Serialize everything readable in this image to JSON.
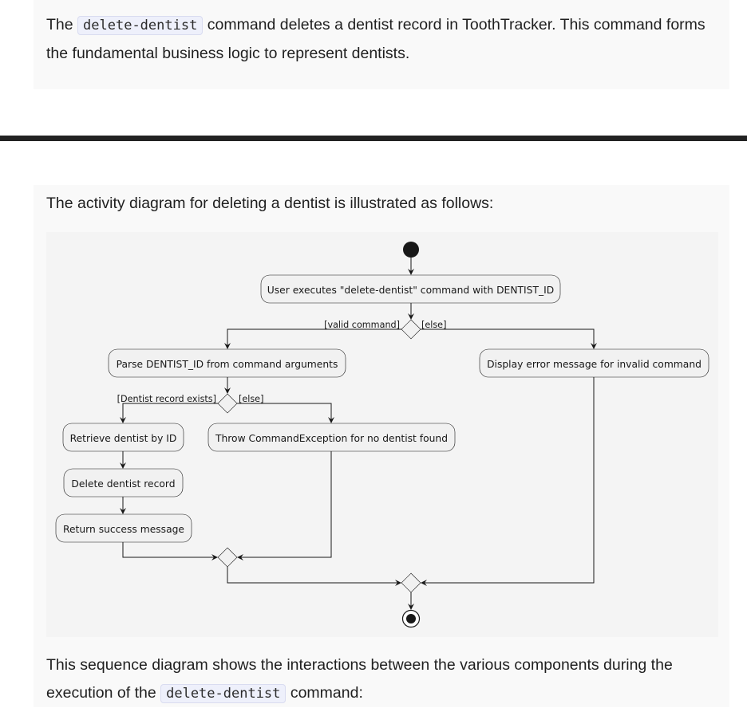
{
  "intro": {
    "before": "The ",
    "code": "delete-dentist",
    "after": " command deletes a dentist record in ToothTracker. This command forms the fundamental business logic to represent dentists."
  },
  "activity": {
    "caption": "The activity diagram for deleting a dentist is illustrated as follows:",
    "nodes": {
      "user_executes": "User executes \"delete-dentist\" command with DENTIST_ID",
      "parse_id": "Parse DENTIST_ID from command arguments",
      "display_error": "Display error message for invalid command",
      "retrieve": "Retrieve dentist by ID",
      "throw_exception": "Throw CommandException for no dentist found",
      "delete_record": "Delete dentist record",
      "return_success": "Return success message"
    },
    "guards": {
      "valid_command": "[valid command]",
      "else_1": "[else]",
      "record_exists": "[Dentist record exists]",
      "else_2": "[else]"
    }
  },
  "sequence_intro": {
    "before": "This sequence diagram shows the interactions between the various components during the execution of the ",
    "code": "delete-dentist",
    "after": " command:"
  }
}
